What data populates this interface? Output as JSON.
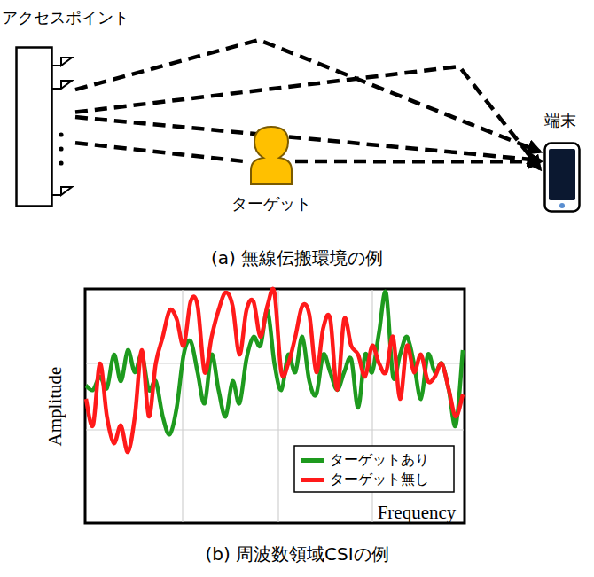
{
  "diagram": {
    "nodes": [
      {
        "text": [
          "アクセスポイント"
        ]
      },
      {
        "text": [
          "端末"
        ]
      },
      {
        "text": [
          "ターゲット"
        ]
      }
    ],
    "edges": [
      {
        "from": 0,
        "to": 1,
        "arrow": "to"
      },
      {
        "from": 0,
        "to": 1,
        "arrow": "to"
      },
      {
        "from": 0,
        "to": 1,
        "arrow": "to"
      },
      {
        "from": 0,
        "to": 2,
        "arrow": "none"
      },
      {
        "from": 2,
        "to": 1,
        "arrow": "to"
      }
    ],
    "labels": [
      "(a) 無線伝搬環境の例",
      "Amplitude",
      "Frequency",
      "(b) 周波数領域CSIの例"
    ],
    "legend": [
      {
        "text": "ターゲットあり",
        "color": "#1e9a1e"
      },
      {
        "text": "ターゲット無し",
        "color": "#ff1a1a"
      }
    ]
  }
}
